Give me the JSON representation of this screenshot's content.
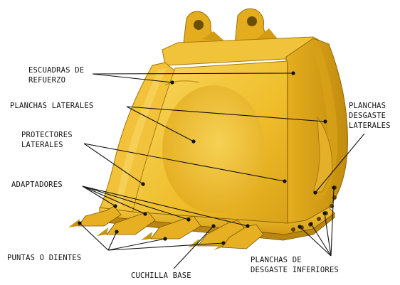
{
  "labels": {
    "escuadras_1": "ESCUADRAS DE",
    "escuadras_2": "REFUERZO",
    "planchas_laterales": "PLANCHAS LATERALES",
    "protectores_1": "PROTECTORES",
    "protectores_2": "LATERALES",
    "adaptadores": "ADAPTADORES",
    "puntas": "PUNTAS O DIENTES",
    "cuchilla": "CUCHILLA BASE",
    "desgaste_lat_1": "PLANCHAS",
    "desgaste_lat_2": "DESGASTE",
    "desgaste_lat_3": "LATERALES",
    "desgaste_inf_1": "PLANCHAS DE",
    "desgaste_inf_2": "DESGASTE INFERIORES"
  },
  "colors": {
    "bucket_main": "#efbc26",
    "bucket_light": "#f6d255",
    "bucket_dark": "#c99410",
    "bucket_shadow": "#8a6508",
    "leader_line": "#111111"
  }
}
